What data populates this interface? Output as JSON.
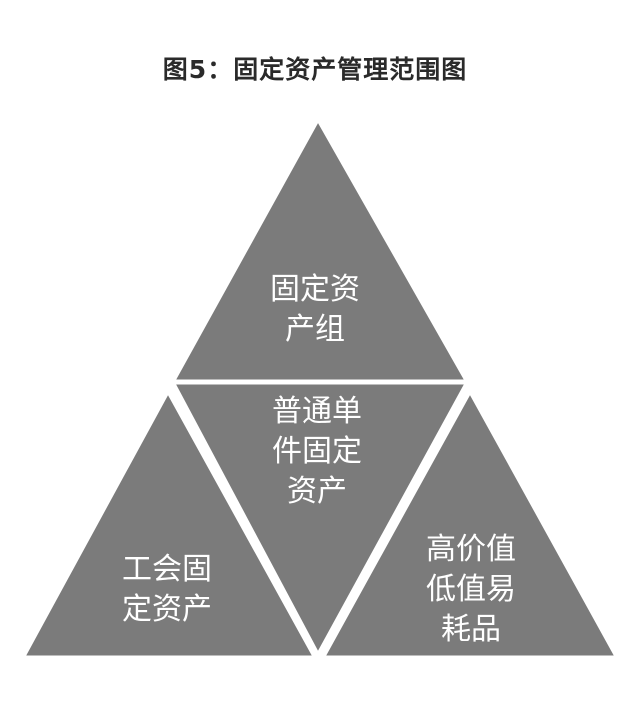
{
  "title": "图5：固定资产管理范围图",
  "colors": {
    "triangle_fill": "#7b7b7b",
    "border": "#ffffff",
    "label_text": "#ffffff",
    "title_text": "#2a2a2a"
  },
  "sections": {
    "top": {
      "lines": [
        "固定资",
        "产组"
      ]
    },
    "center": {
      "lines": [
        "普通单",
        "件固定",
        "资产"
      ]
    },
    "left": {
      "lines": [
        "工会固",
        "定资产"
      ]
    },
    "right": {
      "lines": [
        "高价值",
        "低值易",
        "耗品"
      ]
    }
  }
}
